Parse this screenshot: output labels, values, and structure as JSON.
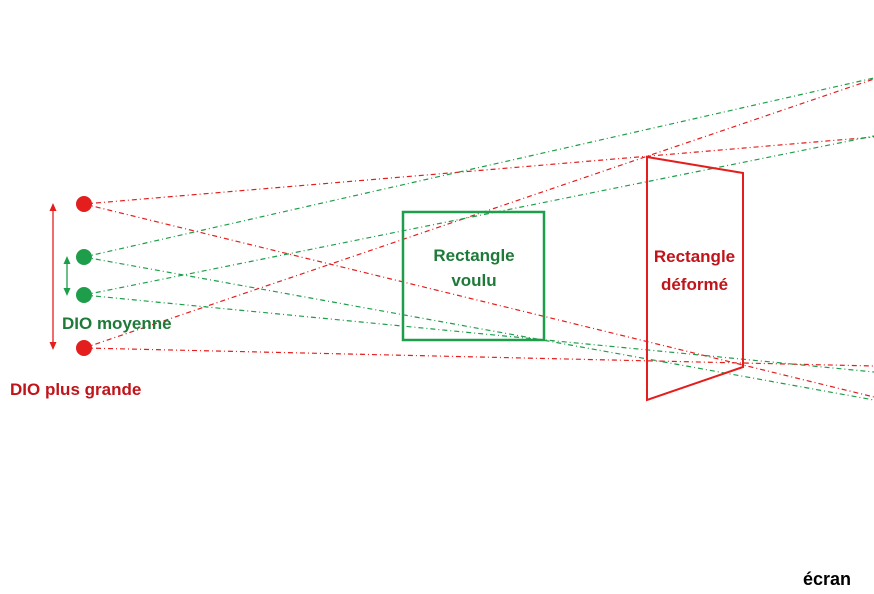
{
  "colors": {
    "red": "#e41d1d",
    "red_label": "#c0141a",
    "green": "#1e9e4a",
    "green_label": "#1f7a3a",
    "screen_label": "#000000"
  },
  "labels": {
    "dio_moyenne": "DIO moyenne",
    "dio_plus_grande": "DIO plus grande",
    "rect_voulu_line1": "Rectangle",
    "rect_voulu_line2": "voulu",
    "rect_deforme_line1": "Rectangle",
    "rect_deforme_line2": "déformé",
    "ecran": "écran"
  }
}
